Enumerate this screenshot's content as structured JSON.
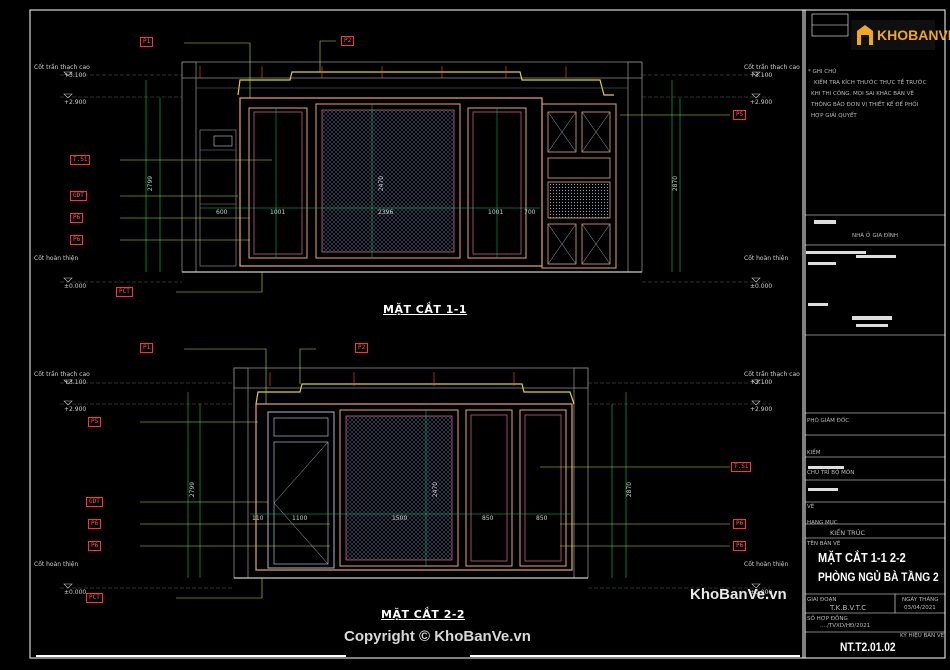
{
  "logo": {
    "text": "KHOBANVE"
  },
  "drawings": {
    "section1": {
      "title": "MẶT CẮT 1-1",
      "tags": {
        "p1": "P1",
        "p2": "P2",
        "ts": "T.S1",
        "gdt": "GDT",
        "p6a": "P6",
        "p6b": "P6",
        "pct": "PCT",
        "p5": "P5"
      },
      "levels": {
        "ceil_left": "Cốt trần thạch cao",
        "ceil_left_v1": "+3.100",
        "ceil_left_v2": "+2.900",
        "ceil_right": "Cốt trần thạch cao",
        "ceil_right_v1": "+3.100",
        "ceil_right_v2": "+2.900",
        "floor_left": "Cốt hoàn thiện",
        "floor_left_v": "±0.000",
        "floor_right": "Cốt hoàn thiện",
        "floor_right_v": "±0.000"
      },
      "dims": [
        "600",
        "1001",
        "2396",
        "1001",
        "700"
      ],
      "heights": [
        "2799",
        "2470",
        "2870"
      ]
    },
    "section2": {
      "title": "MẶT CẮT 2-2",
      "tags": {
        "p1": "P1",
        "p2": "P2",
        "p5": "P5",
        "gdt": "GDT",
        "p6a": "P6",
        "p6b": "P6",
        "pct": "PCT",
        "ts": "T.S1",
        "p6c": "P6",
        "p6d": "P6"
      },
      "levels": {
        "ceil_left": "Cốt trần thạch cao",
        "ceil_left_v1": "+3.100",
        "ceil_left_v2": "+2.900",
        "ceil_right": "Cốt trần thạch cao",
        "ceil_right_v1": "+3.100",
        "ceil_right_v2": "+2.900",
        "floor_left": "Cốt hoàn thiện",
        "floor_left_v": "±0.000",
        "floor_right": "Cốt hoàn thiện",
        "floor_right_v": "±0.000"
      },
      "dims": [
        "110",
        "1100",
        "1500",
        "850",
        "850"
      ],
      "heights": [
        "2799",
        "2470",
        "2870"
      ]
    }
  },
  "titleblock": {
    "ghi_chu_head": "* GHI CHÚ",
    "ghi_chu_lines": [
      "KIỂM TRA KÍCH THƯỚC THỰC TẾ TRƯỚC",
      "KHI THI CÔNG. MỌI SAI KHÁC BẢN VẼ",
      "THÔNG BÁO ĐƠN VỊ THIẾT KẾ ĐỂ PHỐI",
      "HỢP GIẢI QUYẾT"
    ],
    "project": "NHÀ Ở GIA ĐÌNH",
    "row_labels": [
      "PHÓ GIÁM ĐỐC",
      "KIỂM",
      "CHỦ TRÌ BỘ MÔN",
      "VẼ",
      "HẠNG MỤC"
    ],
    "hang_muc_value": "KIẾN TRÚC",
    "ten_ban_ve_label": "TÊN BẢN VẼ",
    "drawing_name_1": "MẶT CẮT 1-1 2-2",
    "drawing_name_2": "PHÒNG NGỦ BÀ TẦNG 2",
    "phase_label": "GIAI ĐOẠN",
    "phase_value": "T.K.B.V.T.C",
    "date_label": "NGÀY THÁNG",
    "date_value": "03/04/2021",
    "contract_label": "SỐ HỢP ĐỒNG",
    "contract_value": "..../TVXD/HĐ/2021",
    "sheet_label": "KÝ HIỆU BẢN VẼ",
    "sheet_no": "NT.T2.01.02"
  },
  "watermarks": {
    "site": "KhoBanVe.vn",
    "copyright": "Copyright © KhoBanVe.vn"
  },
  "colors": {
    "frame": "#ffffff",
    "wall": "#888888",
    "panel_outer": "#e8a86a",
    "panel_inner": "#c06080",
    "dim": "#00cc66",
    "leader": "#c8e020",
    "tag": "#ff3333",
    "hatch": "#6a8ad0"
  }
}
